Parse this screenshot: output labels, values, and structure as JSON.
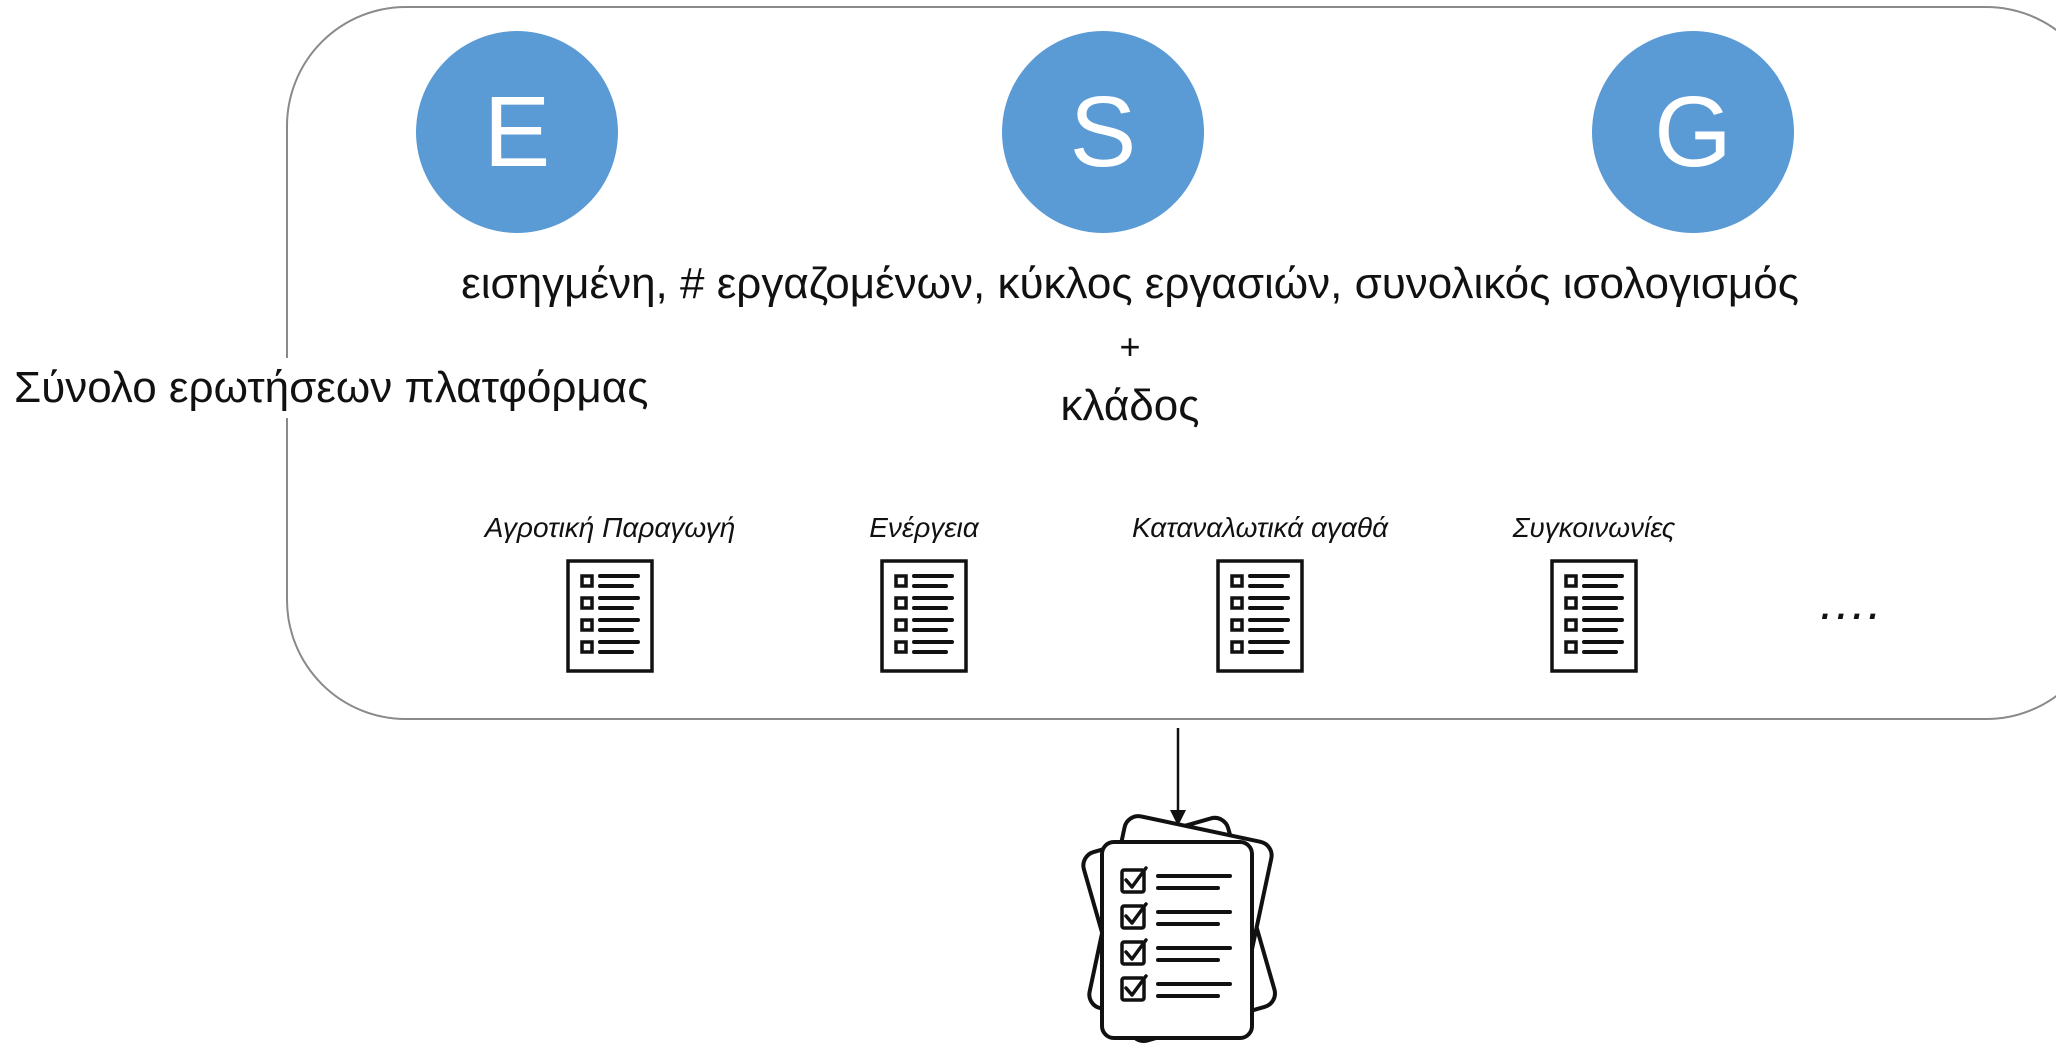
{
  "frame_label": "Σύνολο ερωτήσεων πλατφόρμας",
  "esg_circles": [
    {
      "letter": "E",
      "color": "#5b9bd5"
    },
    {
      "letter": "S",
      "color": "#5b9bd5"
    },
    {
      "letter": "G",
      "color": "#5b9bd5"
    }
  ],
  "criteria": "εισηγμένη, # εργαζομένων, κύκλος εργασιών, συνολικός ισολογισμός",
  "plus": "+",
  "sector_word": "κλάδος",
  "sectors": [
    {
      "name": "Αγροτική Παραγωγή",
      "icon": "questionnaire-icon"
    },
    {
      "name": "Ενέργεια",
      "icon": "questionnaire-icon"
    },
    {
      "name": "Καταναλωτικά αγαθά",
      "icon": "questionnaire-icon"
    },
    {
      "name": "Συγκοινωνίες",
      "icon": "questionnaire-icon"
    }
  ],
  "more": "....",
  "result_icon": "checklist-stack-icon",
  "colors": {
    "circle_fill": "#5b9bd5",
    "frame_border": "#8a8a8a",
    "text": "#111111"
  }
}
